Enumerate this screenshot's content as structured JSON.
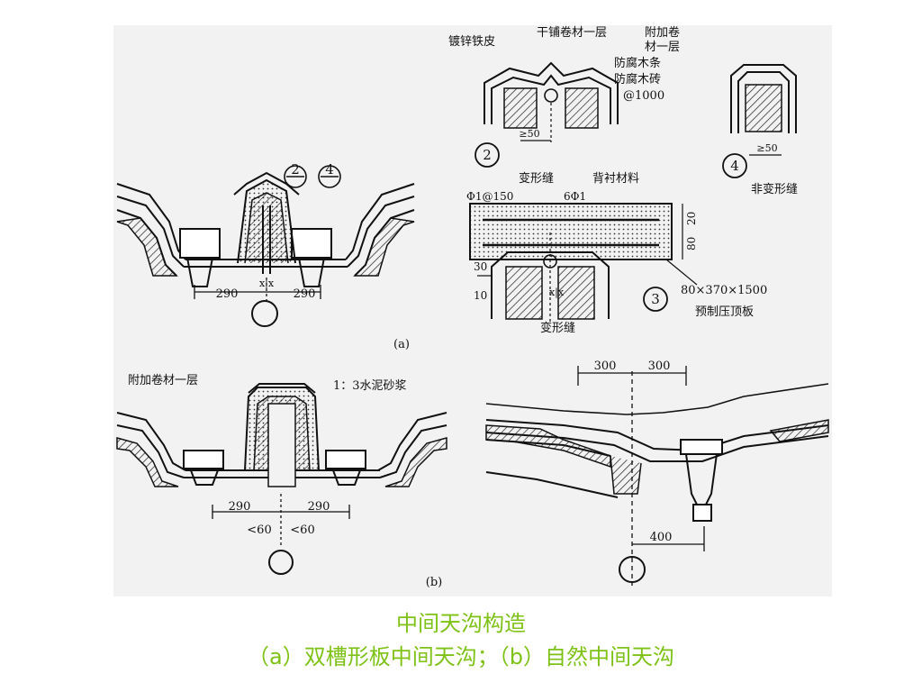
{
  "figure": {
    "labels": {
      "zinc_sheet": "镀锌铁皮",
      "dry_felt": "干铺卷材一层",
      "extra_felt_1": "附加卷",
      "extra_felt_2": "材一层",
      "antiseptic_strip": "防腐木条",
      "antiseptic_brick": "防腐木砖",
      "spacing_1000": "@1000",
      "ge50_2": "≥50",
      "circle_2": "2",
      "circle_4": "4",
      "ge50_4": "≥50",
      "non_deform_joint": "非变形缝",
      "deform_joint_top": "变形缝",
      "backing_material": "背衬材料",
      "rebar_spacing": "Φ1@150",
      "rebar_count": "6Φ1",
      "dim_20": "20",
      "dim_80": "80",
      "dim_30": "30",
      "dim_10": "10",
      "circle_3": "3",
      "slab_size": "80×370×1500",
      "precast_slab": "预制压顶板",
      "deform_joint_bottom": "变形缝",
      "xx": "x|x",
      "dim_290_l_a": "290",
      "dim_290_r_a": "290",
      "ref_2": "2",
      "ref_4": "4",
      "label_a": "(a)",
      "extra_felt_b": "附加卷材一层",
      "mortar": "1：3水泥砂浆",
      "dim_290_l_b": "290",
      "dim_290_r_b": "290",
      "lt60_l": "<60",
      "lt60_r": "<60",
      "label_b": "(b)",
      "dim_300_l": "300",
      "dim_300_r": "300",
      "dim_400": "400"
    }
  },
  "caption": {
    "line1": "中间天沟构造",
    "line2": "（a）双槽形板中间天沟；（b）自然中间天沟"
  }
}
